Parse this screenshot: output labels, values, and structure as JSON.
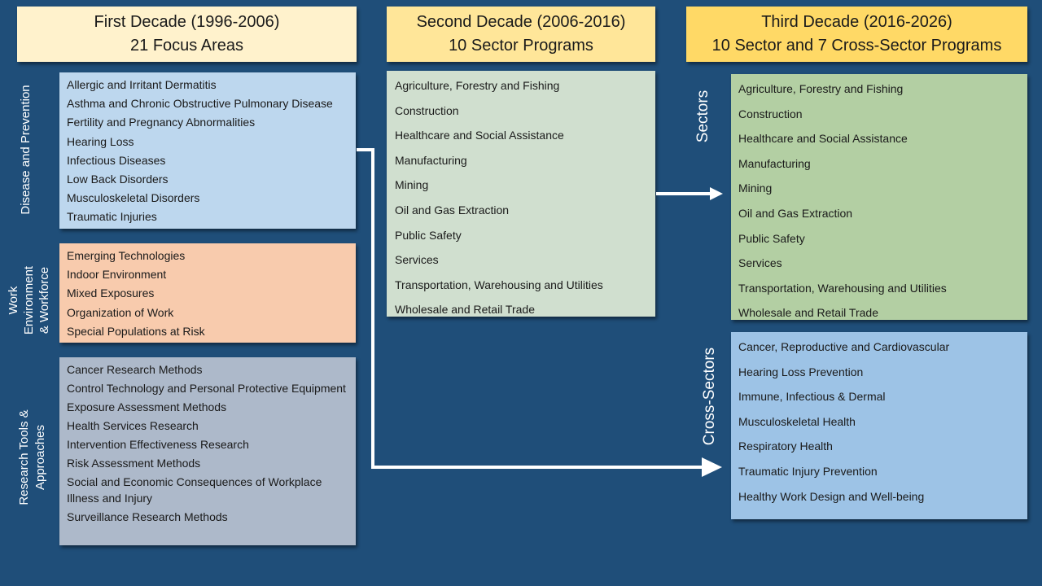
{
  "headers": {
    "first": {
      "line1": "First Decade (1996-2006)",
      "line2": "21 Focus Areas"
    },
    "second": {
      "line1": "Second Decade (2006-2016)",
      "line2": "10 Sector Programs"
    },
    "third": {
      "line1": "Third Decade (2016-2026)",
      "line2": "10 Sector and 7 Cross-Sector Programs"
    }
  },
  "side_labels": {
    "disease": "Disease and Prevention",
    "work_env": {
      "line1": "Work",
      "line2": "Environment",
      "line3": "& Workforce"
    },
    "research": {
      "line1": "Research Tools &",
      "line2": "Approaches"
    },
    "sectors": "Sectors",
    "cross_sectors": "Cross-Sectors"
  },
  "first_decade": {
    "disease_prevention": [
      "Allergic and Irritant Dermatitis",
      "Asthma and Chronic Obstructive Pulmonary Disease",
      "Fertility and Pregnancy Abnormalities",
      "Hearing Loss",
      "Infectious Diseases",
      "Low Back Disorders",
      "Musculoskeletal Disorders",
      "Traumatic Injuries"
    ],
    "work_environment": [
      "Emerging Technologies",
      "Indoor Environment",
      "Mixed Exposures",
      "Organization of Work",
      "Special Populations at Risk"
    ],
    "research_tools": [
      "Cancer Research Methods",
      "Control Technology and Personal Protective Equipment",
      "Exposure Assessment Methods",
      "Health Services Research",
      "Intervention Effectiveness Research",
      "Risk Assessment Methods",
      "Social and Economic Consequences of Workplace Illness and Injury",
      "Surveillance Research Methods"
    ]
  },
  "second_decade": {
    "sectors": [
      "Agriculture, Forestry and Fishing",
      "Construction",
      "Healthcare and Social Assistance",
      "Manufacturing",
      "Mining",
      "Oil and Gas Extraction",
      "Public Safety",
      "Services",
      "Transportation, Warehousing and Utilities",
      "Wholesale and Retail Trade"
    ]
  },
  "third_decade": {
    "sectors": [
      "Agriculture, Forestry and Fishing",
      "Construction",
      "Healthcare and Social Assistance",
      "Manufacturing",
      "Mining",
      "Oil and Gas Extraction",
      "Public Safety",
      "Services",
      "Transportation, Warehousing and Utilities",
      "Wholesale and Retail Trade"
    ],
    "cross_sectors": [
      "Cancer, Reproductive and Cardiovascular",
      "Hearing Loss Prevention",
      "Immune, Infectious & Dermal",
      "Musculoskeletal Health",
      "Respiratory Health",
      "Traumatic Injury Prevention",
      "Healthy Work Design and Well-being"
    ]
  },
  "colors": {
    "background": "#1f4e79",
    "header_first": "#fff2cc",
    "header_second": "#ffe699",
    "header_third": "#ffd966",
    "disease_box": "#bdd7ee",
    "work_env_box": "#f8cbad",
    "research_box": "#adb9ca",
    "second_box": "#d0dfcf",
    "sectors_box": "#b3cfa3",
    "cross_box": "#9dc3e6",
    "arrow": "#ffffff"
  }
}
